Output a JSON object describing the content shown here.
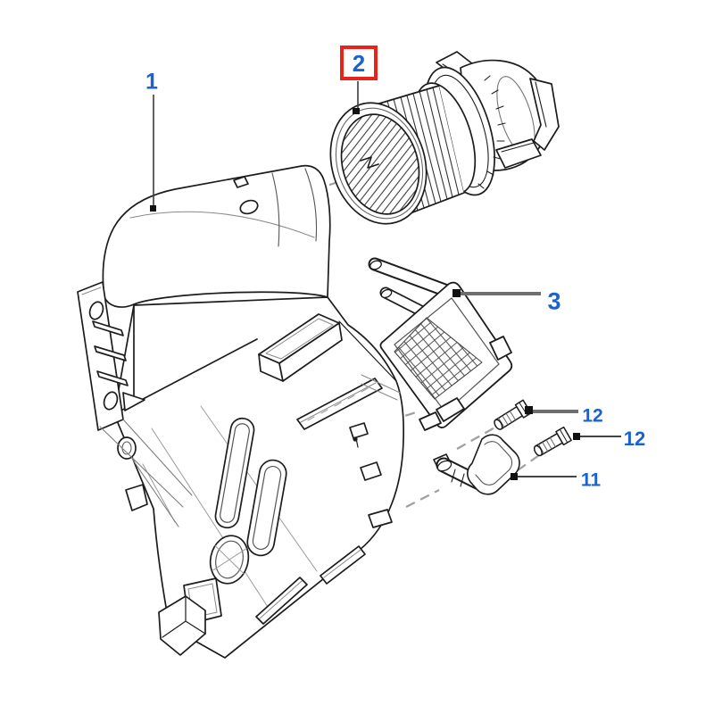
{
  "figure": {
    "kind": "exploded-parts-diagram",
    "background": "#ffffff"
  },
  "colors": {
    "callout_text": "#1b62cc",
    "highlight_box": "#e8231a",
    "artwork_line": "#1c1c1c",
    "leader_line_thick": "#6e6e6e",
    "leader_line_thin": "#2a2a2a"
  },
  "diagram": {
    "callouts": [
      {
        "label": "1",
        "part": "main-housing-assembly",
        "boxed": false
      },
      {
        "label": "2",
        "part": "blower-motor",
        "boxed": true
      },
      {
        "label": "3",
        "part": "heater-core",
        "boxed": false
      },
      {
        "label": "12",
        "part": "screw-upper",
        "boxed": false
      },
      {
        "label": "12",
        "part": "screw-lower",
        "boxed": false
      },
      {
        "label": "11",
        "part": "resistor-bracket",
        "boxed": false
      }
    ]
  }
}
